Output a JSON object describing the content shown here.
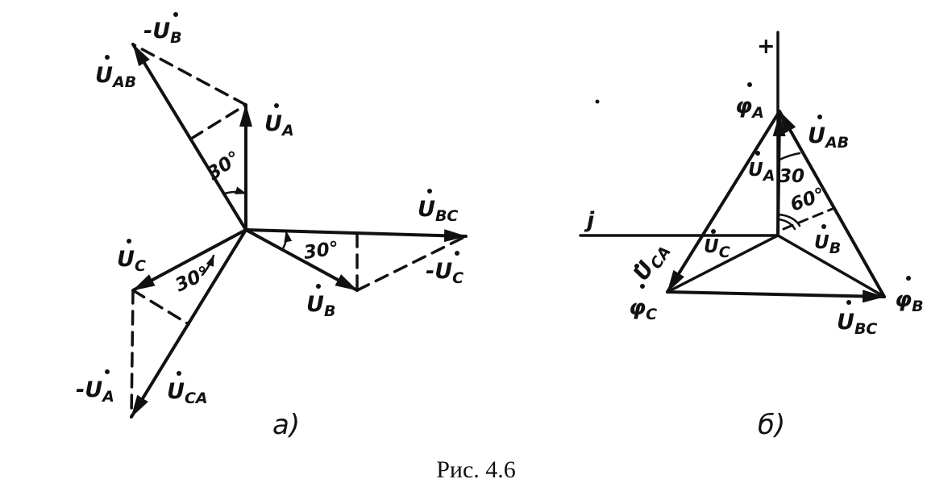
{
  "diagram_a": {
    "panel_label": "а)",
    "labels": {
      "ua": {
        "base": "U",
        "sub": "A"
      },
      "ub": {
        "base": "U",
        "sub": "B"
      },
      "uc": {
        "base": "U",
        "sub": "C"
      },
      "uab": {
        "base": "U",
        "sub": "AB"
      },
      "ubc": {
        "base": "U",
        "sub": "BC"
      },
      "uca": {
        "base": "U",
        "sub": "CA"
      },
      "mub": {
        "base": "-U",
        "sub": "B"
      },
      "muc": {
        "base": "-U",
        "sub": "C"
      },
      "mua": {
        "base": "-U",
        "sub": "A"
      }
    },
    "angles": [
      "30°",
      "30°",
      "30°"
    ]
  },
  "diagram_b": {
    "panel_label": "б)",
    "axis_plus": "+",
    "axis_j": "j",
    "labels": {
      "phia": {
        "base": "φ",
        "sub": "A"
      },
      "phib": {
        "base": "φ",
        "sub": "B"
      },
      "phic": {
        "base": "φ",
        "sub": "C"
      },
      "uab": {
        "base": "U",
        "sub": "AB"
      },
      "ubc": {
        "base": "U",
        "sub": "BC"
      },
      "uca": {
        "base": "U",
        "sub": "CA"
      },
      "ua": {
        "base": "U",
        "sub": "A"
      },
      "ub": {
        "base": "U",
        "sub": "B"
      },
      "uc": {
        "base": "U",
        "sub": "C"
      }
    },
    "angles": [
      "30",
      "60°"
    ]
  },
  "caption": "Рис. 4.6"
}
